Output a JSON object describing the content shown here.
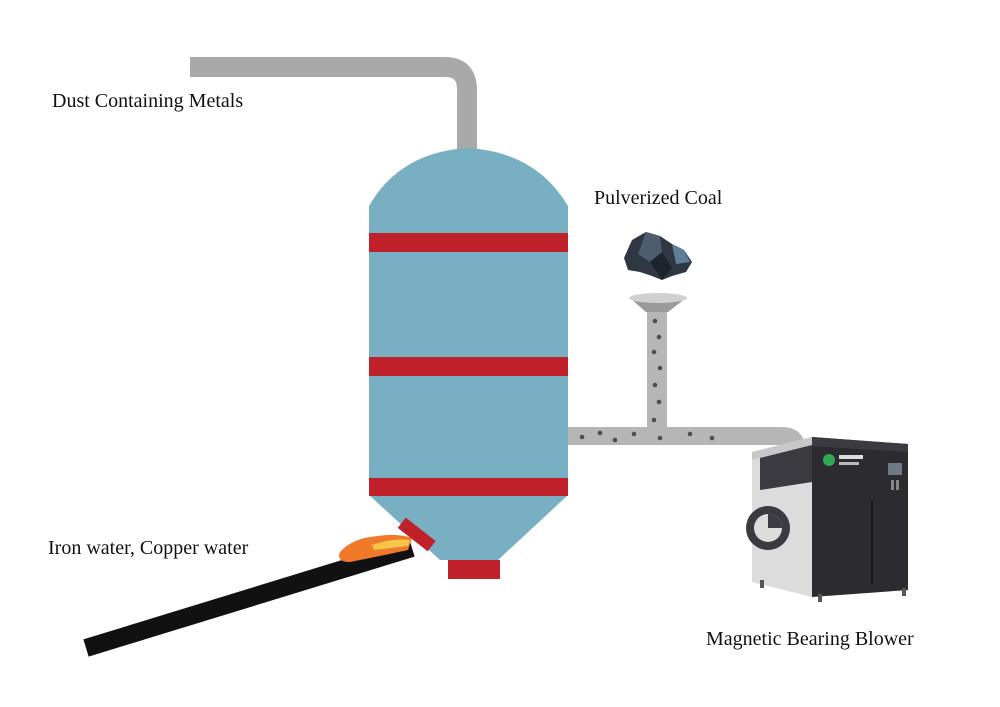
{
  "labels": {
    "dust": "Dust Containing Metals",
    "coal": "Pulverized Coal",
    "iron": "Iron water, Copper water",
    "blower": "Magnetic Bearing Blower"
  },
  "colors": {
    "furnace_body": "#78afc2",
    "furnace_band": "#c0202a",
    "pipe": "#a9a9a9",
    "coal_pipe": "#b6b6b6",
    "particle": "#4a4e56",
    "chute": "#111111",
    "molten": "#f07a2a",
    "blower_dark": "#2c2c30",
    "blower_light": "#dcdcdc",
    "logo_green": "#2fa84f"
  },
  "icons": {
    "coal_lump": "coal-lump-icon",
    "blower_logo": "leaf-logo-icon"
  }
}
